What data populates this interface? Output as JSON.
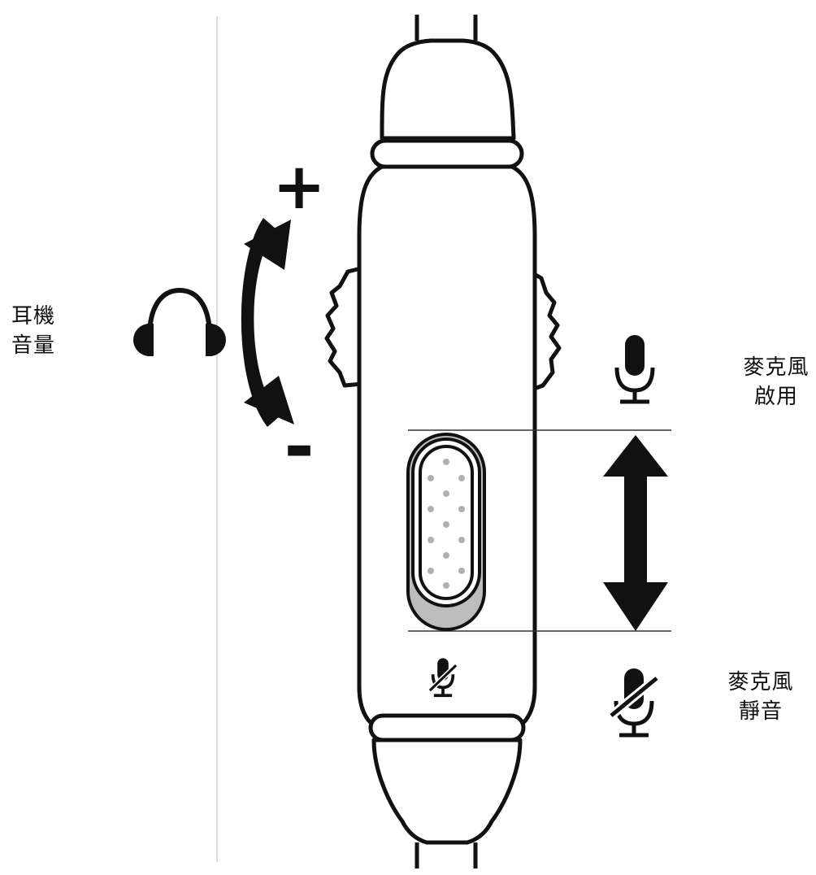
{
  "labels": {
    "headphone_volume": [
      "耳機",
      "音量"
    ],
    "mic_enabled": [
      "麥克風",
      "啟用"
    ],
    "mic_muted": [
      "麥克風",
      "靜音"
    ]
  },
  "symbols": {
    "volume_up": "+",
    "volume_down": "-"
  },
  "icons": [
    "headphone-icon",
    "microphone-icon",
    "microphone-muted-icon",
    "volume-curved-arrow-icon",
    "vertical-double-arrow-icon"
  ],
  "colors": {
    "line": "#111111",
    "slider_track_gray": "#bdbdbd",
    "slider_dots": "#b0b0b0",
    "divider": "#d9d9d9"
  }
}
